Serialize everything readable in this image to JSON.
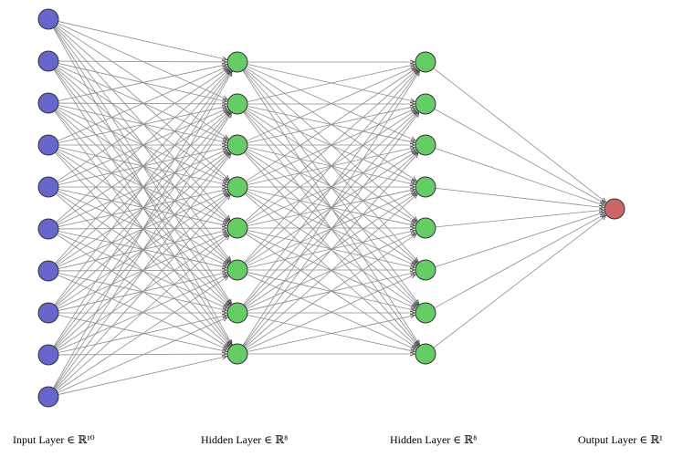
{
  "diagram": {
    "type": "feedforward-neural-network",
    "layers": [
      {
        "label": "Input Layer ∈ ℝ¹⁰",
        "size": 10,
        "color": "#6666cc"
      },
      {
        "label": "Hidden Layer ∈ ℝ⁸",
        "size": 8,
        "color": "#66cc66"
      },
      {
        "label": "Hidden Layer ∈ ℝ⁸",
        "size": 8,
        "color": "#66cc66"
      },
      {
        "label": "Output Layer ∈ ℝ¹",
        "size": 1,
        "color": "#cc6666"
      }
    ],
    "edge_color": "#8c8c8c",
    "node_stroke": "#333333",
    "fully_connected": true
  }
}
